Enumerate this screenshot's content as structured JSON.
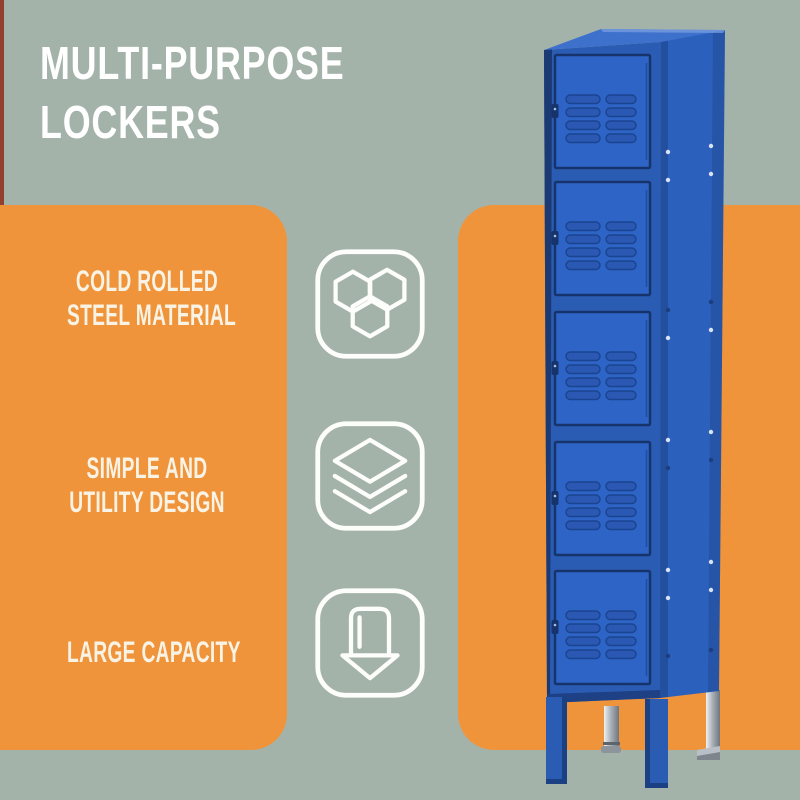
{
  "title": {
    "line1": "MULTI-PURPOSE",
    "line2": "LOCKERS"
  },
  "features": [
    {
      "icon": "hexagon-cluster-icon",
      "lines": [
        "COLD ROLLED",
        "STEEL MATERIAL"
      ]
    },
    {
      "icon": "stacked-layers-icon",
      "lines": [
        "SIMPLE AND",
        "UTILITY DESIGN"
      ]
    },
    {
      "icon": "capacity-marker-icon",
      "lines": [
        "LARGE CAPACITY"
      ]
    }
  ],
  "product": {
    "description": "Blue five-door steel locker with louvered vent doors, riveted side panel and metal legs",
    "door_count": 5
  },
  "colors": {
    "background": "#a4b3aa",
    "panel-orange": "#f0943b",
    "title-white": "#ffffff",
    "feature-cream": "#f8f3e5",
    "icon-white": "#fdfdfb",
    "maroon-strip": "#93402f",
    "door-blue": "#2e64c6",
    "frame-blue": "#2b5cb4",
    "side-blue": "#2c60bd",
    "top-blue": "#3e71cc",
    "line-navy": "#16336b",
    "vent-blue": "#2a58b2",
    "vent-edge": "#1a448f",
    "rivet-light": "#d9e3f4",
    "rivet-dark": "#1c3e7e",
    "chrome-light": "#eef1f3",
    "chrome-dark": "#6e757c"
  }
}
